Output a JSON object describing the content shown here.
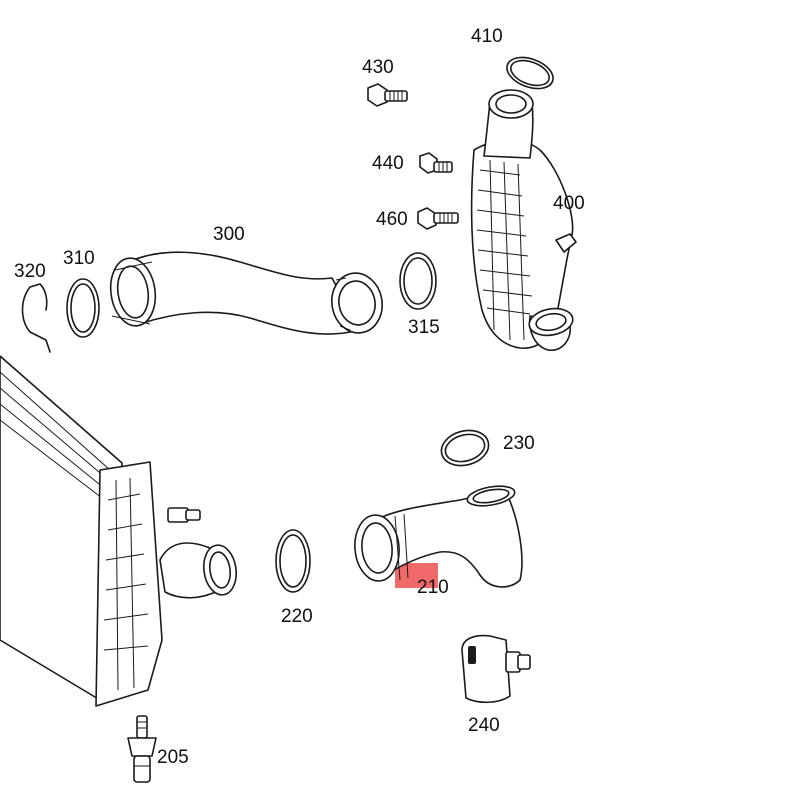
{
  "highlight": {
    "color": "#f06a6a",
    "label": "210"
  },
  "parts": [
    {
      "id": "410",
      "label": "410"
    },
    {
      "id": "430",
      "label": "430"
    },
    {
      "id": "440",
      "label": "440"
    },
    {
      "id": "400",
      "label": "400"
    },
    {
      "id": "460",
      "label": "460"
    },
    {
      "id": "300",
      "label": "300"
    },
    {
      "id": "320",
      "label": "320"
    },
    {
      "id": "310",
      "label": "310"
    },
    {
      "id": "315",
      "label": "315"
    },
    {
      "id": "230",
      "label": "230"
    },
    {
      "id": "210",
      "label": "210"
    },
    {
      "id": "220",
      "label": "220"
    },
    {
      "id": "240",
      "label": "240"
    },
    {
      "id": "205",
      "label": "205"
    }
  ]
}
